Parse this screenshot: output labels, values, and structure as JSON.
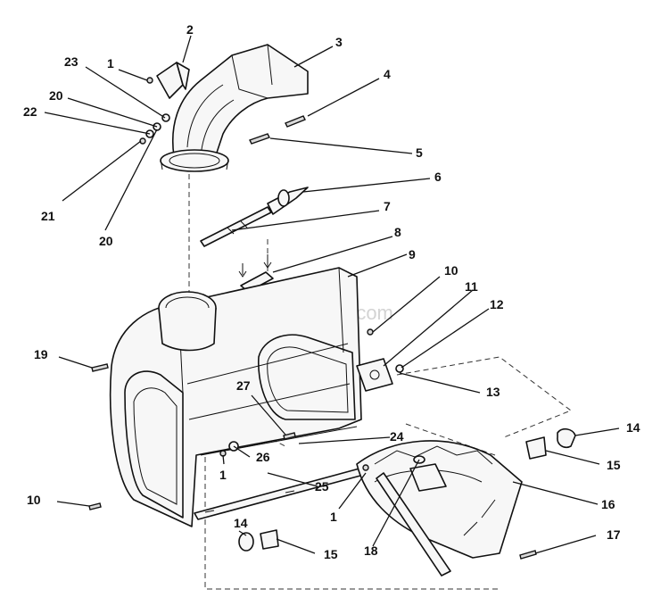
{
  "watermark": "eReplacementParts.com",
  "callouts": [
    {
      "id": "c-2a",
      "label": "2"
    },
    {
      "id": "c-3",
      "label": "3"
    },
    {
      "id": "c-1a",
      "label": "1"
    },
    {
      "id": "c-23",
      "label": "23"
    },
    {
      "id": "c-4",
      "label": "4"
    },
    {
      "id": "c-20a",
      "label": "20"
    },
    {
      "id": "c-22",
      "label": "22"
    },
    {
      "id": "c-5",
      "label": "5"
    },
    {
      "id": "c-21",
      "label": "21"
    },
    {
      "id": "c-20b",
      "label": "20"
    },
    {
      "id": "c-6",
      "label": "6"
    },
    {
      "id": "c-7",
      "label": "7"
    },
    {
      "id": "c-8",
      "label": "8"
    },
    {
      "id": "c-9",
      "label": "9"
    },
    {
      "id": "c-10a",
      "label": "10"
    },
    {
      "id": "c-11",
      "label": "11"
    },
    {
      "id": "c-12",
      "label": "12"
    },
    {
      "id": "c-19",
      "label": "19"
    },
    {
      "id": "c-13",
      "label": "13"
    },
    {
      "id": "c-27",
      "label": "27"
    },
    {
      "id": "c-14a",
      "label": "14"
    },
    {
      "id": "c-24",
      "label": "24"
    },
    {
      "id": "c-26",
      "label": "26"
    },
    {
      "id": "c-15a",
      "label": "15"
    },
    {
      "id": "c-1b",
      "label": "1"
    },
    {
      "id": "c-25",
      "label": "25"
    },
    {
      "id": "c-16",
      "label": "16"
    },
    {
      "id": "c-10b",
      "label": "10"
    },
    {
      "id": "c-1c",
      "label": "1"
    },
    {
      "id": "c-14b",
      "label": "14"
    },
    {
      "id": "c-17",
      "label": "17"
    },
    {
      "id": "c-15b",
      "label": "15"
    },
    {
      "id": "c-18",
      "label": "18"
    }
  ]
}
